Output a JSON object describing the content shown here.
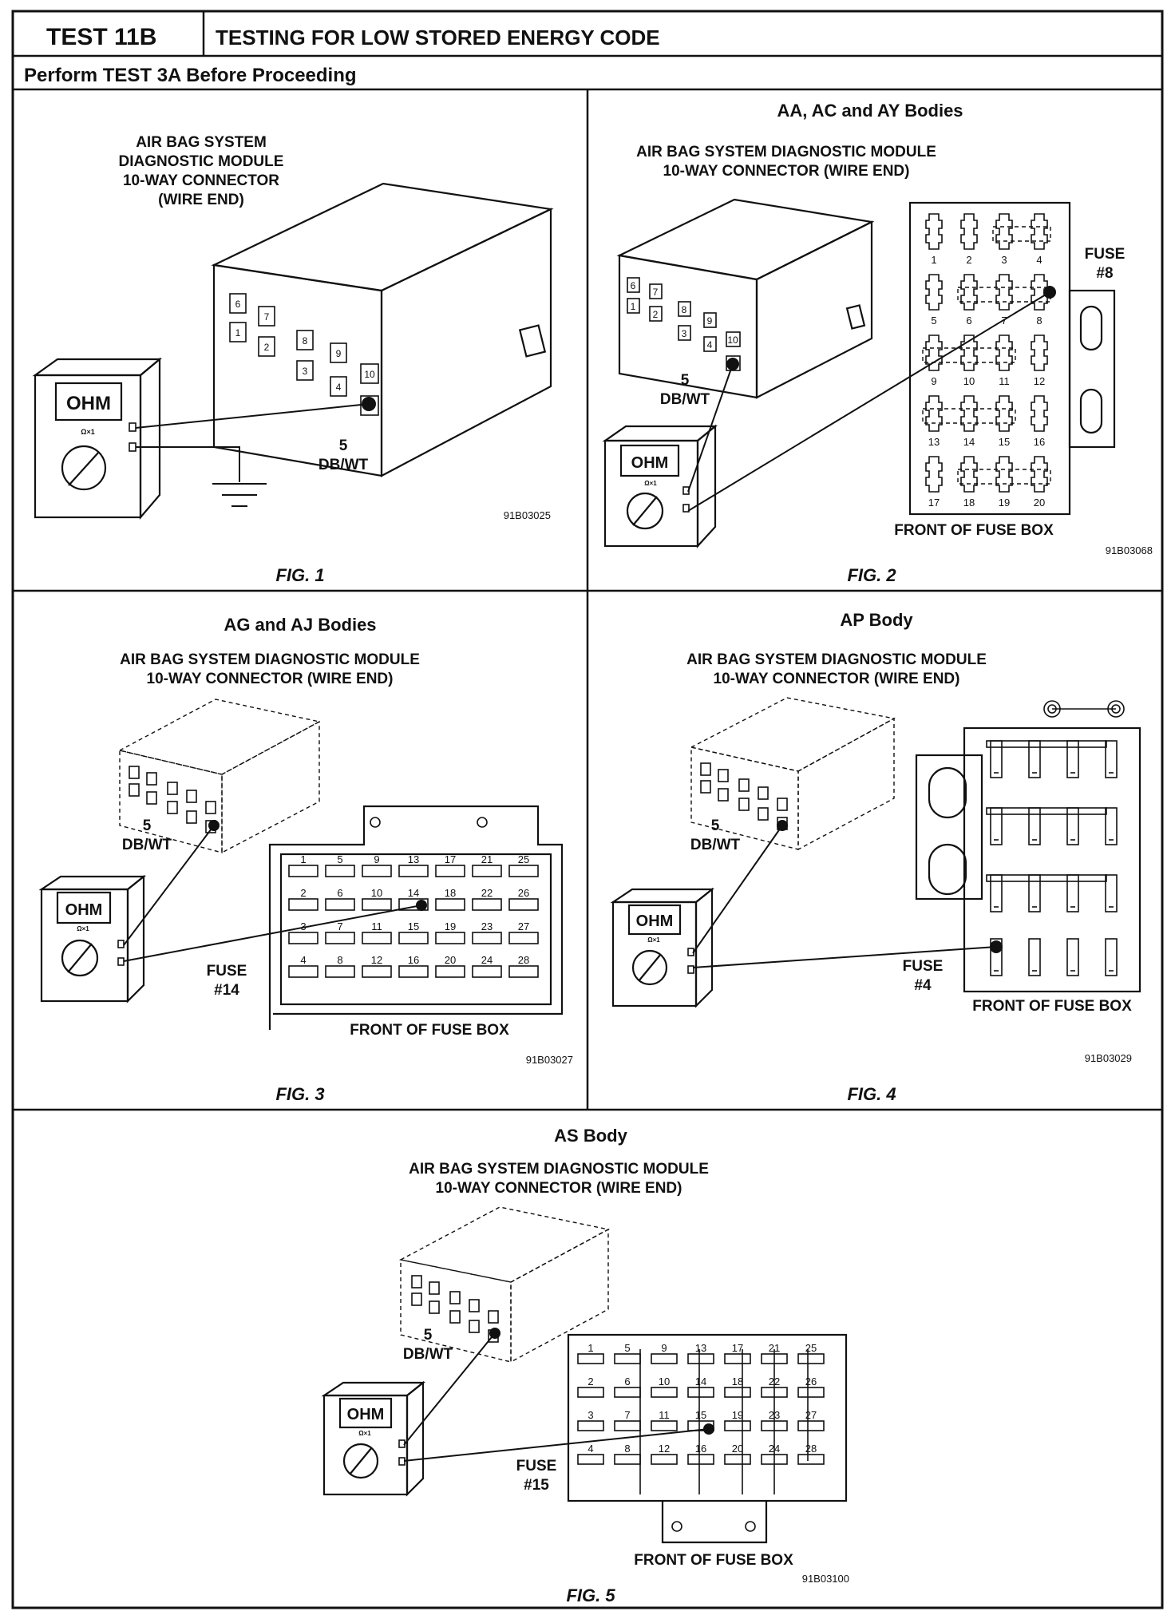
{
  "header": {
    "test_id": "TEST 11B",
    "title": "TESTING FOR LOW STORED ENERGY CODE",
    "prerequisite": "Perform TEST 3A Before Proceeding"
  },
  "meter": {
    "display": "OHM",
    "range": "Ω×1"
  },
  "figures": [
    {
      "caption": "FIG. 1",
      "heading": "",
      "module_label": [
        "AIR BAG SYSTEM",
        "DIAGNOSTIC MODULE",
        "10-WAY CONNECTOR",
        "(WIRE END)"
      ],
      "pin_labels": [
        "6",
        "7",
        "8",
        "9",
        "10",
        "1",
        "2",
        "3",
        "4",
        "5"
      ],
      "cavity_label": [
        "5",
        "DB/WT"
      ],
      "code": "91B03025"
    },
    {
      "caption": "FIG. 2",
      "heading": "AA, AC and AY Bodies",
      "module_label": [
        "AIR BAG SYSTEM DIAGNOSTIC MODULE",
        "10-WAY CONNECTOR (WIRE END)"
      ],
      "pin_labels": [
        "6",
        "7",
        "8",
        "9",
        "10",
        "1",
        "2",
        "3",
        "4",
        "5"
      ],
      "cavity_label": [
        "5",
        "DB/WT"
      ],
      "fuse_label": [
        "FUSE",
        "#8"
      ],
      "fusebox_label": "FRONT OF FUSE BOX",
      "fuse_numbers": [
        "1",
        "2",
        "3",
        "4",
        "5",
        "6",
        "7",
        "8",
        "9",
        "10",
        "11",
        "12",
        "13",
        "14",
        "15",
        "16",
        "17",
        "18",
        "19",
        "20"
      ],
      "code": "91B03068"
    },
    {
      "caption": "FIG. 3",
      "heading": "AG and AJ Bodies",
      "module_label": [
        "AIR BAG SYSTEM DIAGNOSTIC MODULE",
        "10-WAY CONNECTOR (WIRE END)"
      ],
      "cavity_label": [
        "5",
        "DB/WT"
      ],
      "fuse_label": [
        "FUSE",
        "#14"
      ],
      "fusebox_label": "FRONT OF FUSE BOX",
      "fuse_numbers": [
        "1",
        "5",
        "9",
        "13",
        "17",
        "21",
        "25",
        "2",
        "6",
        "10",
        "14",
        "18",
        "22",
        "26",
        "3",
        "7",
        "11",
        "15",
        "19",
        "23",
        "27",
        "4",
        "8",
        "12",
        "16",
        "20",
        "24",
        "28"
      ],
      "code": "91B03027"
    },
    {
      "caption": "FIG. 4",
      "heading": "AP Body",
      "module_label": [
        "AIR BAG SYSTEM DIAGNOSTIC MODULE",
        "10-WAY CONNECTOR (WIRE END)"
      ],
      "cavity_label": [
        "5",
        "DB/WT"
      ],
      "fuse_label": [
        "FUSE",
        "#4"
      ],
      "fusebox_label": "FRONT OF FUSE BOX",
      "code": "91B03029"
    },
    {
      "caption": "FIG. 5",
      "heading": "AS Body",
      "module_label": [
        "AIR BAG SYSTEM DIAGNOSTIC MODULE",
        "10-WAY CONNECTOR (WIRE END)"
      ],
      "cavity_label": [
        "5",
        "DB/WT"
      ],
      "fuse_label": [
        "FUSE",
        "#15"
      ],
      "fusebox_label": "FRONT OF FUSE BOX",
      "fuse_numbers": [
        "1",
        "5",
        "9",
        "13",
        "17",
        "21",
        "25",
        "2",
        "6",
        "10",
        "14",
        "18",
        "22",
        "26",
        "3",
        "7",
        "11",
        "15",
        "19",
        "23",
        "27",
        "4",
        "8",
        "12",
        "16",
        "20",
        "24",
        "28"
      ],
      "code": "91B03100"
    }
  ]
}
